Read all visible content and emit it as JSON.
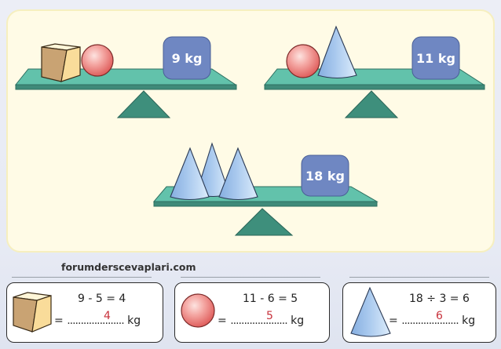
{
  "scales": [
    {
      "id": "scale-1",
      "left_items": [
        "cube",
        "sphere"
      ],
      "weight_label": "9 kg"
    },
    {
      "id": "scale-2",
      "left_items": [
        "sphere",
        "cone"
      ],
      "weight_label": "11 kg"
    },
    {
      "id": "scale-3",
      "left_items": [
        "cone",
        "cone",
        "cone"
      ],
      "weight_label": "18 kg"
    }
  ],
  "watermark": "forumderscevaplari.com",
  "answers": [
    {
      "shape": "cube",
      "equation": "9 - 5 = 4",
      "equals": "=",
      "dots_left": "..........",
      "value": "4",
      "dots_right": "...........",
      "unit": "kg"
    },
    {
      "shape": "sphere",
      "equation": "11 - 6 = 5",
      "equals": "=",
      "dots_left": "..........",
      "value": "5",
      "dots_right": "...........",
      "unit": "kg"
    },
    {
      "shape": "cone",
      "equation": "18 ÷ 3 = 6",
      "equals": "=",
      "dots_left": "..........",
      "value": "6",
      "dots_right": "...........",
      "unit": "kg"
    }
  ],
  "colors": {
    "panel_bg": "#fffbe6",
    "beam": "#5fbfa8",
    "beam_edge": "#2e7a68",
    "fulcrum": "#3e8f7c",
    "weight_box": "#6f87c2",
    "answer_red": "#c8323c"
  }
}
